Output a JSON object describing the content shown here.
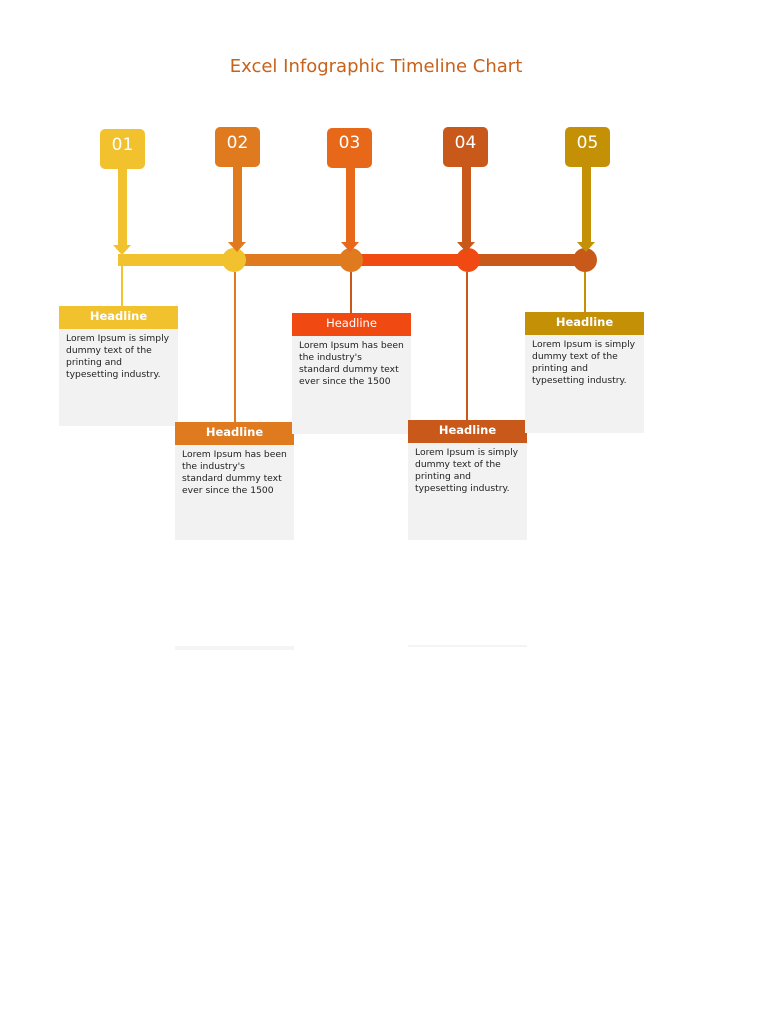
{
  "title": "Excel Infographic Timeline Chart",
  "colors": {
    "title": "#c8611a",
    "yellow": "#f2c12e",
    "orange": "#e07a1f",
    "dark_orange": "#e8681a",
    "red_orange": "#f04a12",
    "burnt_orange": "#c8591a",
    "gold": "#c49006",
    "card_bg": "#f2f2f2"
  },
  "steps": [
    {
      "number": "01",
      "headline": "Headline",
      "text": "Lorem Ipsum is simply dummy text of the printing and typesetting industry."
    },
    {
      "number": "02",
      "headline": "Headline",
      "text": "Lorem Ipsum has been the industry's standard dummy text ever since the 1500"
    },
    {
      "number": "03",
      "headline": "Headline",
      "text": "Lorem Ipsum has been the industry's standard dummy text ever since the 1500"
    },
    {
      "number": "04",
      "headline": "Headline",
      "text": "Lorem Ipsum is simply dummy text of the printing and typesetting industry."
    },
    {
      "number": "05",
      "headline": "Headline",
      "text": "Lorem Ipsum is simply dummy text of the printing and typesetting industry."
    }
  ]
}
